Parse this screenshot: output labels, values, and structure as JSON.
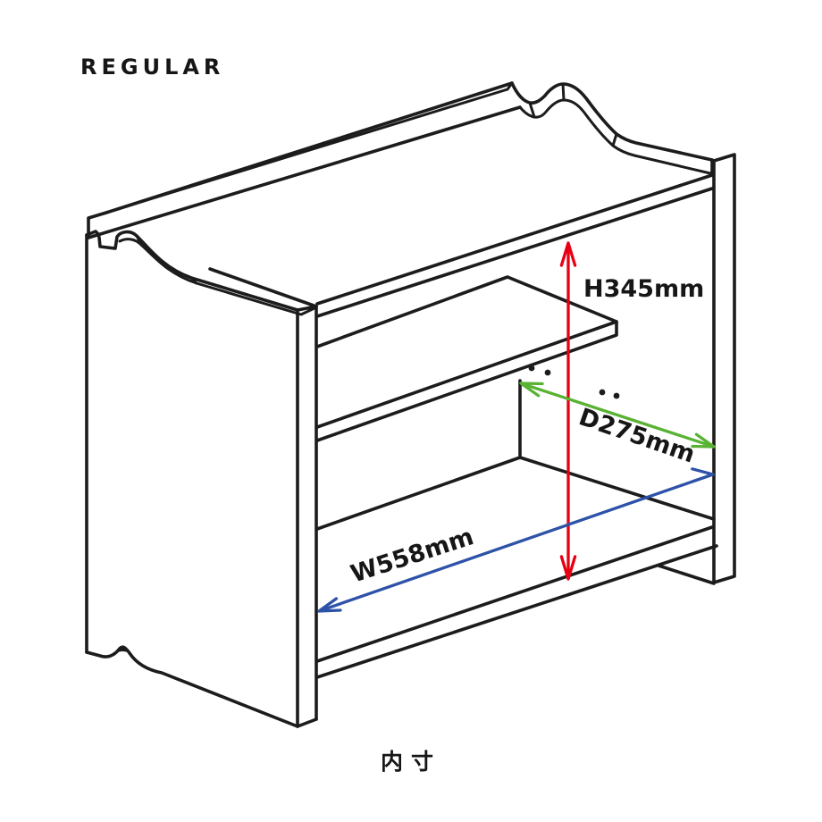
{
  "header": {
    "title": "REGULAR"
  },
  "caption": {
    "text": "内寸"
  },
  "figure": {
    "type": "isometric line drawing",
    "subject": "stackable open shelf unit with decorative curved side tops, one middle shelf and one bottom shelf",
    "line_color": "#1c1c1c",
    "background": "#ffffff",
    "shelf_pin_hole_count": 4
  },
  "dimensions": {
    "height": {
      "label": "H345mm",
      "color": "#e60012",
      "axis": "vertical"
    },
    "depth": {
      "label": "D275mm",
      "color": "#58b233",
      "axis": "depth-diagonal"
    },
    "width": {
      "label": "W558mm",
      "color": "#2d52a8",
      "axis": "width-diagonal"
    }
  }
}
